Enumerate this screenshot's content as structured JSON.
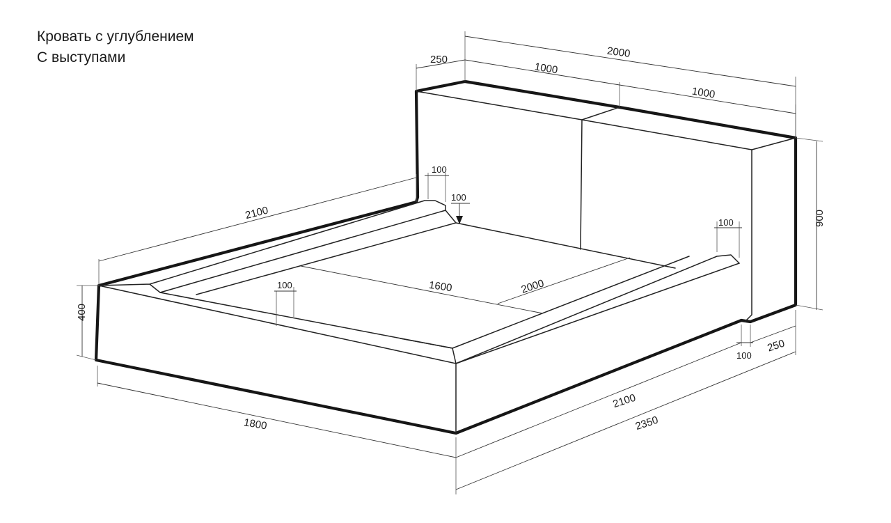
{
  "title": {
    "line1": "Кровать с углублением",
    "line2": "С выступами"
  },
  "dimensions": {
    "headboard_depth": "250",
    "headboard_width_total": "2000",
    "headboard_left_panel": "1000",
    "headboard_right_panel": "1000",
    "headboard_height": "900",
    "left_side_rail_length": "2100",
    "left_rail_width": "100",
    "inner_offset": "100",
    "right_rail_width": "100",
    "inner_front_offset": "100",
    "mattress_width": "1600",
    "mattress_length": "2000",
    "base_height": "400",
    "front_width": "1800",
    "side_length": "2100",
    "total_length": "2350",
    "side_gap": "100",
    "side_protrusion": "250"
  }
}
